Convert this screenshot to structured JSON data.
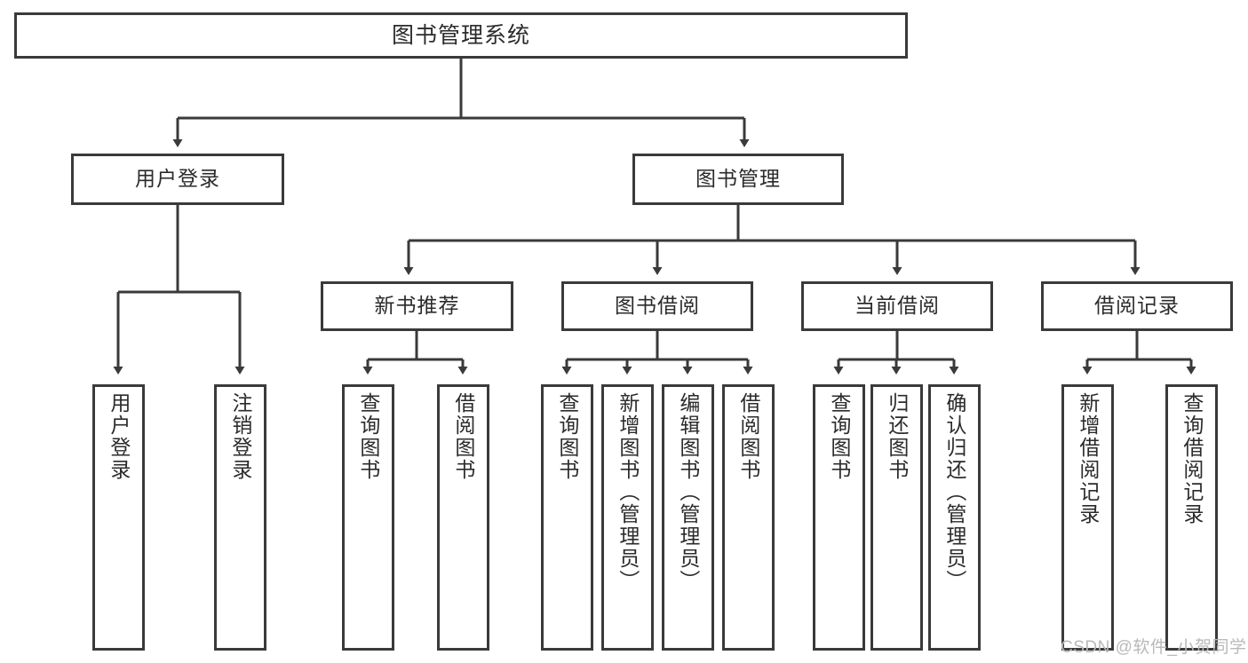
{
  "diagram": {
    "title": "图书管理系统",
    "type": "tree-hierarchy-chart",
    "root": {
      "label": "图书管理系统"
    },
    "level1": [
      {
        "label": "用户登录"
      },
      {
        "label": "图书管理"
      }
    ],
    "level2": [
      {
        "label": "新书推荐"
      },
      {
        "label": "图书借阅"
      },
      {
        "label": "当前借阅"
      },
      {
        "label": "借阅记录"
      }
    ],
    "leaves": {
      "user_login": [
        {
          "label": "用户登录"
        },
        {
          "label": "注销登录"
        }
      ],
      "new_book_recommend": [
        {
          "label": "查询图书"
        },
        {
          "label": "借阅图书"
        }
      ],
      "book_borrow": [
        {
          "label": "查询图书"
        },
        {
          "label": "新增图书（管理员）"
        },
        {
          "label": "编辑图书（管理员）"
        },
        {
          "label": "借阅图书"
        }
      ],
      "current_borrow": [
        {
          "label": "查询图书"
        },
        {
          "label": "归还图书"
        },
        {
          "label": "确认归还（管理员）"
        }
      ],
      "borrow_record": [
        {
          "label": "新增借阅记录"
        },
        {
          "label": "查询借阅记录"
        }
      ]
    }
  },
  "watermark": {
    "text": "CSDN @软件_小贺同学"
  },
  "colors": {
    "border": "#3a3a3a",
    "text": "#2b2b2b",
    "background": "#ffffff",
    "watermark": "#b9b9b9"
  }
}
